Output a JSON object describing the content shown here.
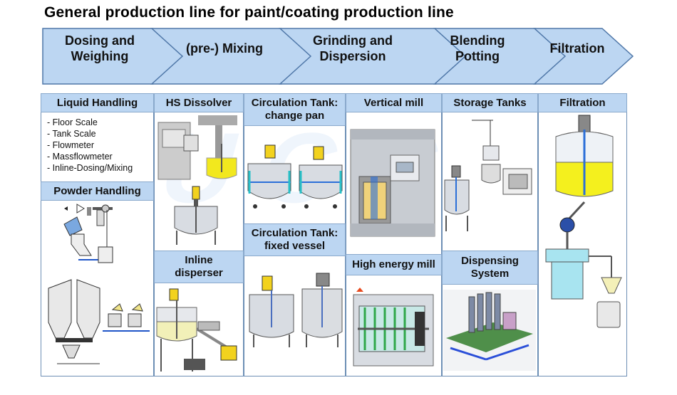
{
  "title": "General production line for paint/coating production line",
  "process_steps": [
    {
      "line1": "Dosing and",
      "line2": "Weighing"
    },
    {
      "line1": "(pre-) Mixing",
      "line2": ""
    },
    {
      "line1": "Grinding and",
      "line2": "Dispersion"
    },
    {
      "line1": "Blending",
      "line2": "Potting"
    },
    {
      "line1": "Filtration",
      "line2": ""
    }
  ],
  "columns": {
    "liquid_handling": {
      "title": "Liquid Handling",
      "items": [
        "Floor Scale",
        "Tank Scale",
        "Flowmeter",
        "Massflowmeter",
        "Inline-Dosing/Mixing"
      ]
    },
    "powder_handling": {
      "title": "Powder Handling"
    },
    "hs_dissolver": {
      "title": "HS Dissolver"
    },
    "inline_disperser": {
      "line1": "Inline",
      "line2": "disperser"
    },
    "circ_change_pan": {
      "line1": "Circulation Tank:",
      "line2": "change pan"
    },
    "circ_fixed_vessel": {
      "line1": "Circulation Tank:",
      "line2": "fixed vessel"
    },
    "vertical_mill": {
      "title": "Vertical mill"
    },
    "high_energy_mill": {
      "title": "High energy mill"
    },
    "storage_tanks": {
      "title": "Storage Tanks"
    },
    "dispensing_system": {
      "line1": "Dispensing",
      "line2": "System"
    },
    "filtration": {
      "title": "Filtration"
    }
  },
  "colors": {
    "header_fill": "#bcd6f2",
    "chevron_fill": "#bcd6f2",
    "accent_yellow": "#f2e81e",
    "steel": "#c8ccd2"
  }
}
